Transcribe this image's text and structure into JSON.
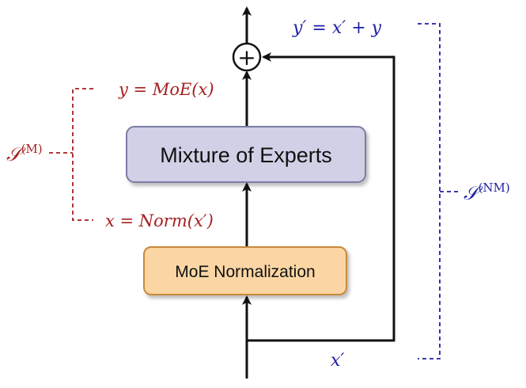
{
  "diagram": {
    "boxes": {
      "mixture_of_experts": {
        "label": "Mixture of Experts",
        "fill": "#d0d0e6",
        "stroke": "#7b7ba6"
      },
      "moe_normalization": {
        "label": "MoE Normalization",
        "fill": "#fbd6a4",
        "stroke": "#c98a3a"
      }
    },
    "adder_symbol": "+",
    "equations": {
      "residual": {
        "lhs": "y′ = x′ + y",
        "color": "#1f1fa6"
      },
      "moe_output": {
        "text": "y = MoE(x)",
        "color": "#a61f1f"
      },
      "norm_output": {
        "text": "x = Norm(x′)",
        "color": "#a61f1f"
      },
      "input": {
        "text": "x′",
        "color": "#1f1fa6"
      }
    },
    "brackets": {
      "moe_scope": {
        "label_main": "𝒮",
        "label_sup": "(M)",
        "color": "#a61f1f"
      },
      "nonmoe_scope": {
        "label_main": "𝒮",
        "label_sup": "(NM)",
        "color": "#1f1fa6"
      }
    }
  }
}
